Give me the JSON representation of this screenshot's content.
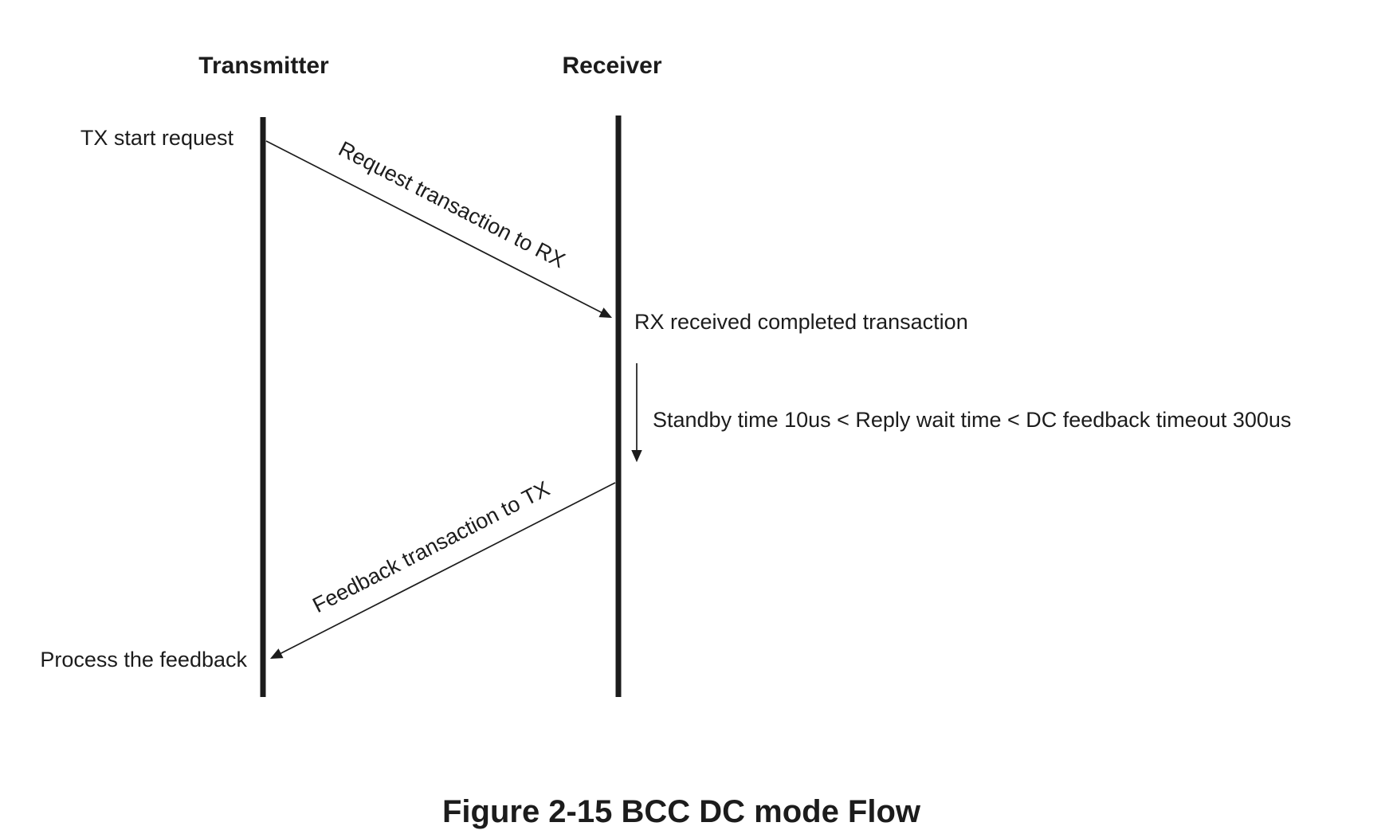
{
  "figure": {
    "caption": "Figure 2-15 BCC DC mode Flow",
    "actors": {
      "transmitter": "Transmitter",
      "receiver": "Receiver"
    },
    "annotations": {
      "tx_start": "TX start request",
      "rx_received": "RX received completed transaction",
      "standby": "Standby time 10us < Reply wait time < DC feedback timeout 300us",
      "process_feedback": "Process the feedback"
    },
    "messages": {
      "request": "Request transaction to RX",
      "feedback": "Feedback transaction to TX"
    },
    "colors": {
      "ink": "#1c1c1c",
      "background": "#ffffff"
    }
  }
}
